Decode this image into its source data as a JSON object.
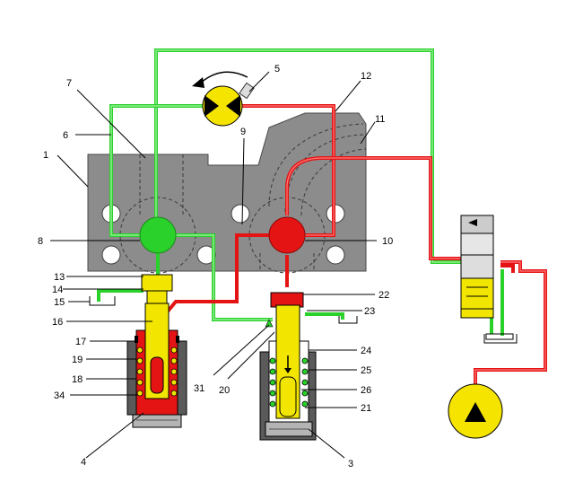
{
  "colors": {
    "block": "#8c8c8c",
    "block_dark": "#5a5a5a",
    "low_pressure": "#2ad12a",
    "high_pressure": "#e41414",
    "valve_body": "#f2e600",
    "pump": "#f5e400",
    "housing": "#b4b4b4"
  },
  "labels": [
    {
      "id": "1",
      "text": "1"
    },
    {
      "id": "3",
      "text": "3"
    },
    {
      "id": "4",
      "text": "4"
    },
    {
      "id": "5",
      "text": "5"
    },
    {
      "id": "6",
      "text": "6"
    },
    {
      "id": "7",
      "text": "7"
    },
    {
      "id": "8",
      "text": "8"
    },
    {
      "id": "9",
      "text": "9"
    },
    {
      "id": "10",
      "text": "10"
    },
    {
      "id": "11",
      "text": "11"
    },
    {
      "id": "12",
      "text": "12"
    },
    {
      "id": "13",
      "text": "13"
    },
    {
      "id": "14",
      "text": "14"
    },
    {
      "id": "15",
      "text": "15"
    },
    {
      "id": "16",
      "text": "16"
    },
    {
      "id": "17",
      "text": "17"
    },
    {
      "id": "18",
      "text": "18"
    },
    {
      "id": "19",
      "text": "19"
    },
    {
      "id": "20",
      "text": "20"
    },
    {
      "id": "21",
      "text": "21"
    },
    {
      "id": "22",
      "text": "22"
    },
    {
      "id": "23",
      "text": "23"
    },
    {
      "id": "24",
      "text": "24"
    },
    {
      "id": "25",
      "text": "25"
    },
    {
      "id": "26",
      "text": "26"
    },
    {
      "id": "31",
      "text": "31"
    },
    {
      "id": "34",
      "text": "34"
    }
  ]
}
